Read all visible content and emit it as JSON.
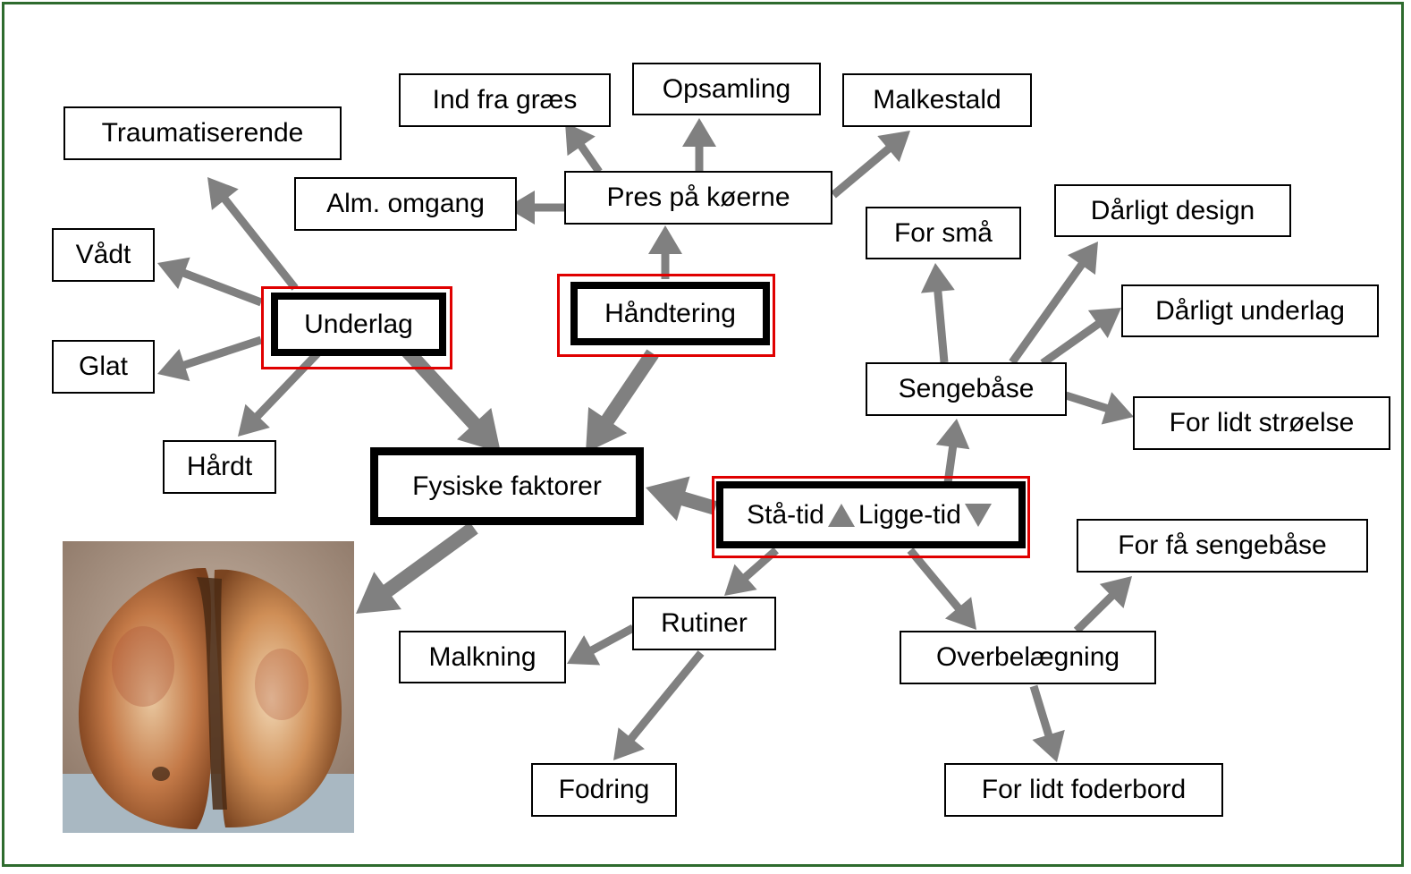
{
  "diagram": {
    "nodes": {
      "traumatiserende": "Traumatiserende",
      "vaadt": "Vådt",
      "glat": "Glat",
      "haardt": "Hårdt",
      "underlag": "Underlag",
      "ind_fra_graes": "Ind fra græs",
      "opsamling": "Opsamling",
      "malkestald": "Malkestald",
      "alm_omgang": "Alm. omgang",
      "pres_paa_koerne": "Pres på køerne",
      "haandtering": "Håndtering",
      "fysiske_faktorer": "Fysiske faktorer",
      "staa_tid": "Stå-tid",
      "ligge_tid": "Ligge-tid",
      "for_smaa": "For små",
      "daarligt_design": "Dårligt design",
      "daarligt_underlag": "Dårligt underlag",
      "sengebaase": "Sengebåse",
      "for_lidt_stroelse": "For lidt strøelse",
      "for_faa_sengebaase": "For få sengebåse",
      "rutiner": "Rutiner",
      "malkning": "Malkning",
      "fodring": "Fodring",
      "overbelaegning": "Overbelægning",
      "for_lidt_foderbord": "For lidt foderbord"
    },
    "highlight_color": "#e00000",
    "arrow_color": "#808080",
    "frame_color": "#2e6b2e",
    "icons": {
      "up": "triangle-up-icon",
      "down": "triangle-down-icon"
    }
  }
}
